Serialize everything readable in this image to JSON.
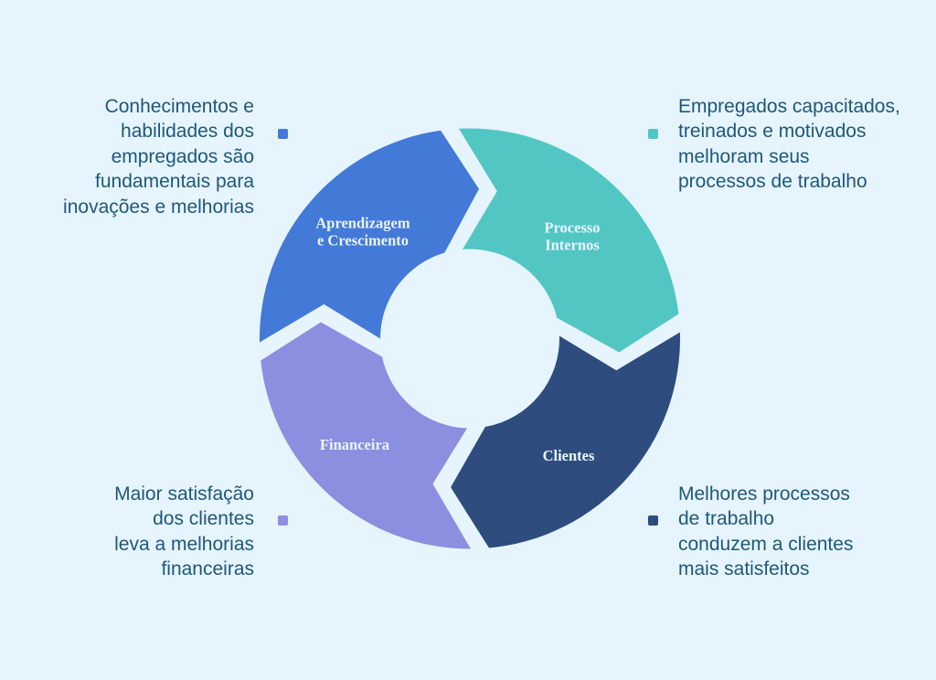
{
  "diagram": {
    "segments": [
      {
        "id": "process",
        "label": "Processo\nInternos",
        "color": "#52C6C3"
      },
      {
        "id": "clients",
        "label": "Clientes",
        "color": "#2E4D7E"
      },
      {
        "id": "financial",
        "label": "Financeira",
        "color": "#8A8FE0"
      },
      {
        "id": "learning",
        "label": "Aprendizagem\ne Crescimento",
        "color": "#4379D7"
      }
    ]
  },
  "annotations": {
    "learning": {
      "text": "Conhecimentos e\nhabilidades dos\nempregados são\nfundamentais para\ninovações e melhorias",
      "bullet_color": "#4379D7"
    },
    "process": {
      "text": "Empregados capacitados,\ntreinados e motivados\nmelhoram seus\nprocessos de trabalho",
      "bullet_color": "#52C6C3"
    },
    "financial": {
      "text": "Maior satisfação\ndos clientes\nleva a melhorias\nfinanceiras",
      "bullet_color": "#8A8FE0"
    },
    "clients": {
      "text": "Melhores processos\nde trabalho\nconduzem a clientes\nmais satisfeitos",
      "bullet_color": "#2E4D7E"
    }
  },
  "colors": {
    "background": "#E6F4FD",
    "annotation_text": "#1E5878",
    "segment_label_text": "#EAF5FC"
  }
}
